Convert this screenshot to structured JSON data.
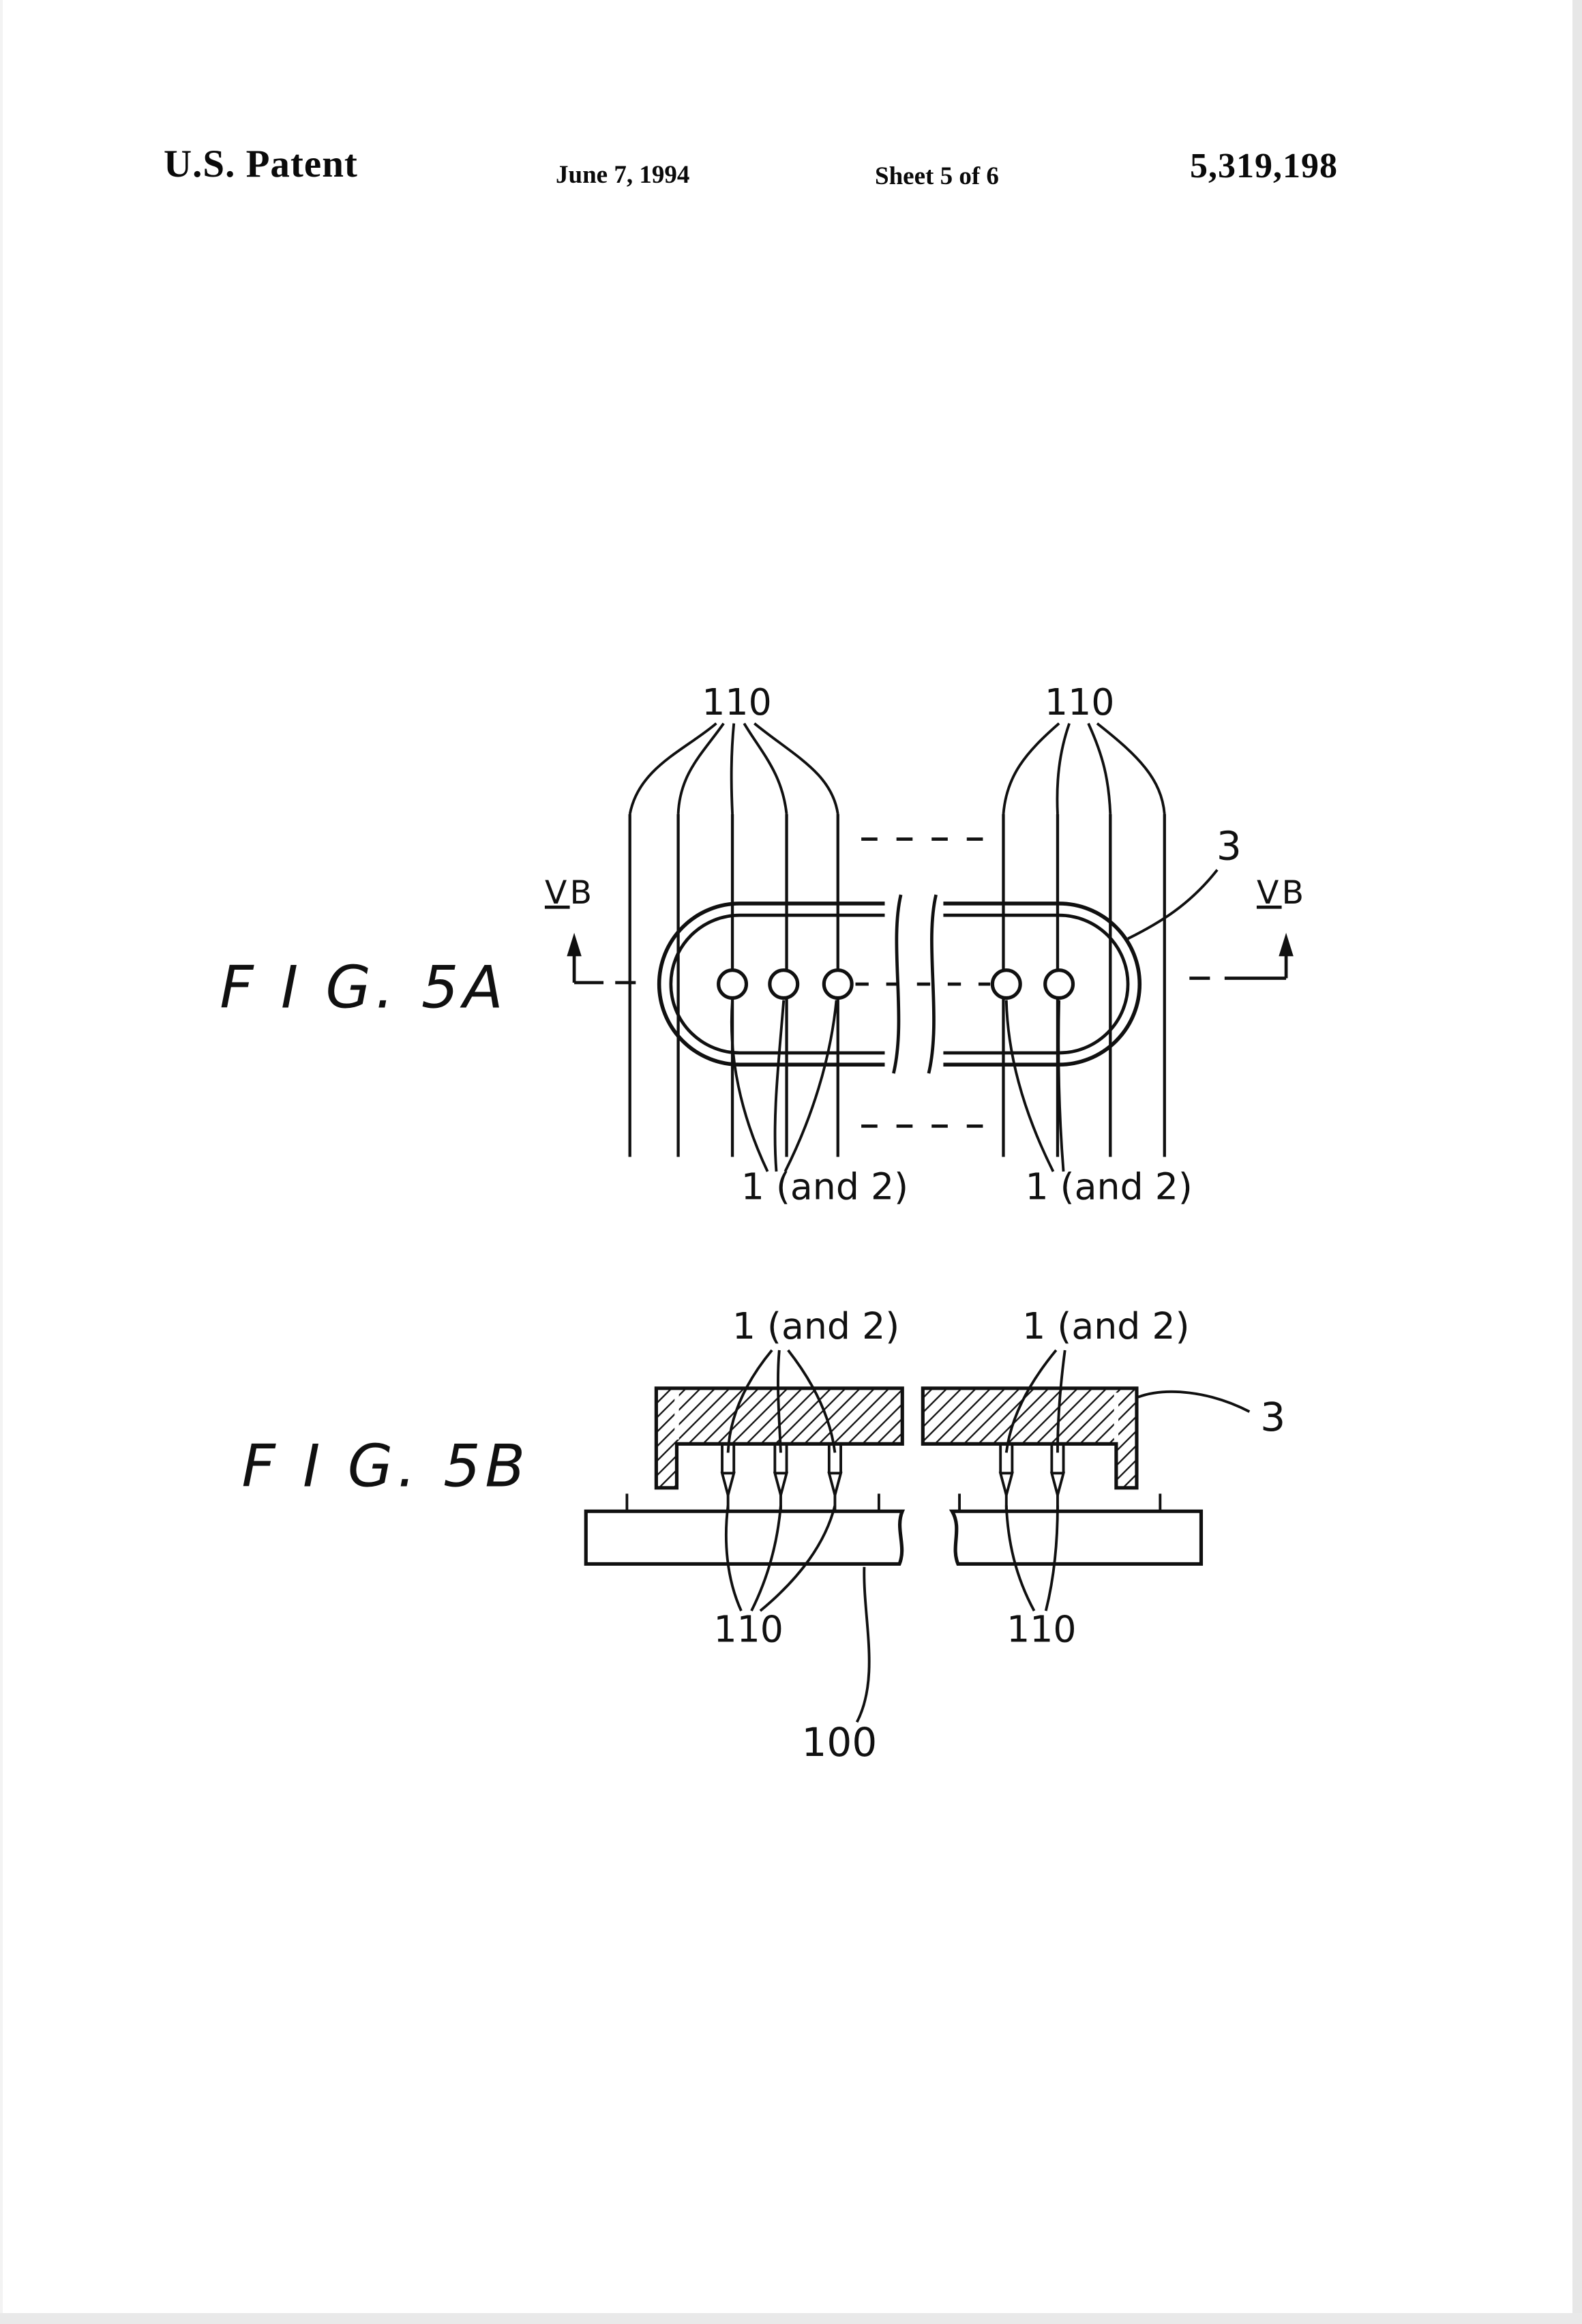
{
  "header": {
    "title": "U.S. Patent",
    "date": "June 7, 1994",
    "sheet": "Sheet 5 of 6",
    "patent_number": "5,319,198"
  },
  "fig5a": {
    "label": "F I G. 5A",
    "ref_110_left": "110",
    "ref_110_right": "110",
    "ref_3": "3",
    "ref_1and2_left": "1 (and 2)",
    "ref_1and2_right": "1 (and 2)",
    "section_marker": {
      "v": "V",
      "b": "B"
    }
  },
  "fig5b": {
    "label": "F I G. 5B",
    "ref_1and2_left": "1 (and 2)",
    "ref_1and2_right": "1 (and 2)",
    "ref_3": "3",
    "ref_110_left": "110",
    "ref_110_right": "110",
    "ref_100": "100"
  }
}
